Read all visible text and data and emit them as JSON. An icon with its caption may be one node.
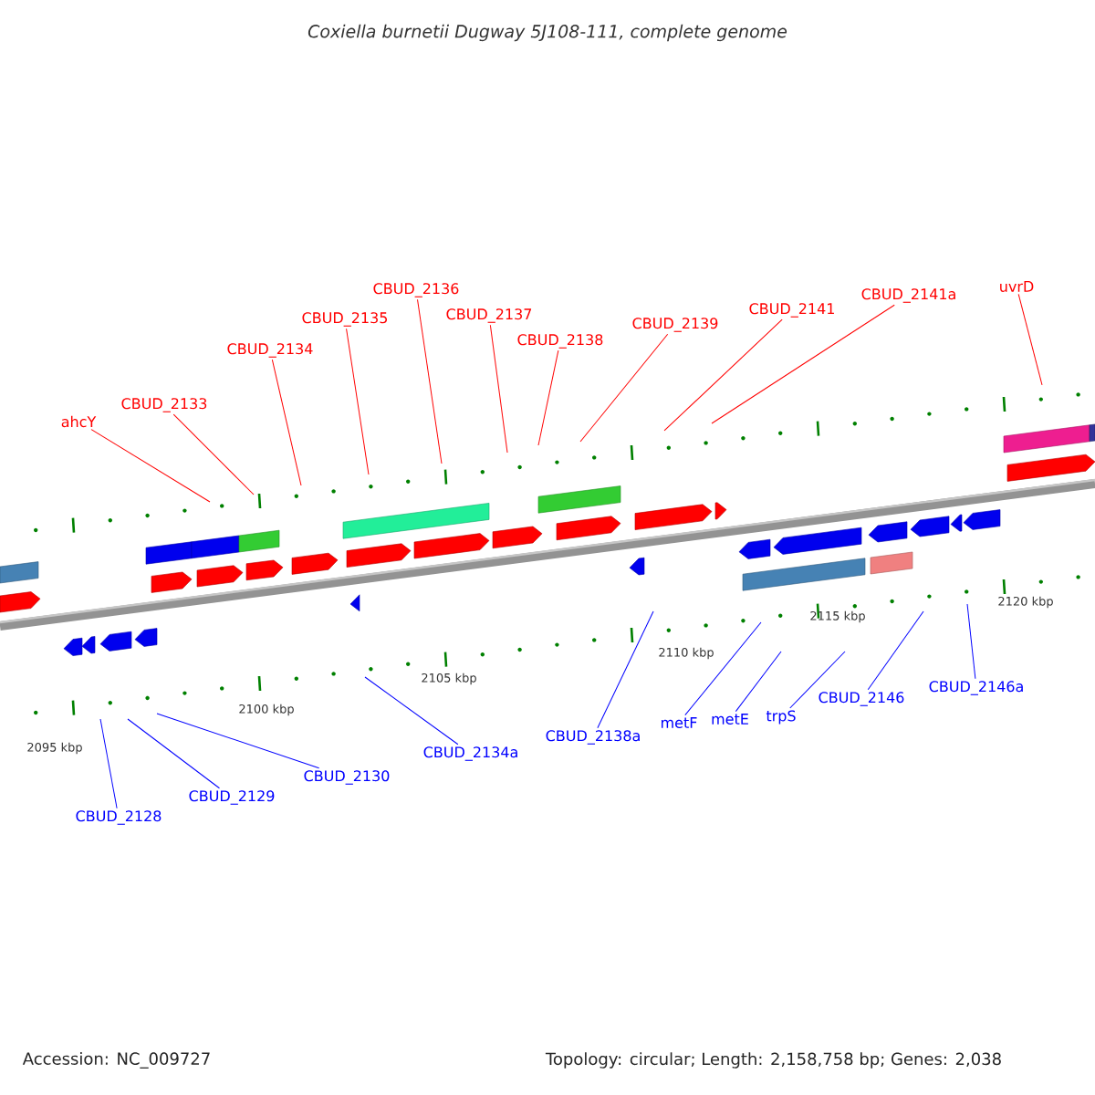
{
  "diagram": {
    "title": "Coxiella burnetii Dugway 5J108-111, complete genome",
    "nodes": [
      {
        "text": [
          "ahcY"
        ]
      },
      {
        "text": [
          "CBUD_2133"
        ]
      },
      {
        "text": [
          "CBUD_2134"
        ]
      },
      {
        "text": [
          "CBUD_2135"
        ]
      },
      {
        "text": [
          "CBUD_2136"
        ]
      },
      {
        "text": [
          "CBUD_2137"
        ]
      },
      {
        "text": [
          "CBUD_2138"
        ]
      },
      {
        "text": [
          "CBUD_2139"
        ]
      },
      {
        "text": [
          "CBUD_2141"
        ]
      },
      {
        "text": [
          "CBUD_2141a"
        ]
      },
      {
        "text": [
          "uvrD"
        ]
      },
      {
        "text": [
          "CBUD_2134a"
        ]
      },
      {
        "text": [
          "CBUD_2138a"
        ]
      },
      {
        "text": [
          "metF"
        ]
      },
      {
        "text": [
          "metE"
        ]
      },
      {
        "text": [
          "trpS"
        ]
      },
      {
        "text": [
          "CBUD_2146"
        ]
      },
      {
        "text": [
          "CBUD_2146a"
        ]
      },
      {
        "text": [
          "CBUD_2130"
        ]
      },
      {
        "text": [
          "CBUD_2129"
        ]
      },
      {
        "text": [
          "CBUD_2128"
        ]
      }
    ],
    "edges": [
      {
        "from": 0,
        "to": null,
        "arrow": "none"
      },
      {
        "from": 1,
        "to": null,
        "arrow": "none"
      },
      {
        "from": 2,
        "to": null,
        "arrow": "none"
      },
      {
        "from": 3,
        "to": null,
        "arrow": "none"
      },
      {
        "from": 4,
        "to": null,
        "arrow": "none"
      },
      {
        "from": 5,
        "to": null,
        "arrow": "none"
      },
      {
        "from": 6,
        "to": null,
        "arrow": "none"
      },
      {
        "from": 7,
        "to": null,
        "arrow": "none"
      },
      {
        "from": 8,
        "to": null,
        "arrow": "none"
      },
      {
        "from": 9,
        "to": null,
        "arrow": "none"
      },
      {
        "from": 10,
        "to": null,
        "arrow": "none"
      },
      {
        "from": 11,
        "to": null,
        "arrow": "none",
        "color": "#0000ff"
      },
      {
        "from": 12,
        "to": null,
        "arrow": "none",
        "color": "#0000ff"
      },
      {
        "from": 13,
        "to": null,
        "arrow": "none",
        "color": "#0000ff"
      },
      {
        "from": 14,
        "to": null,
        "arrow": "none",
        "color": "#0000ff"
      },
      {
        "from": 15,
        "to": null,
        "arrow": "none",
        "color": "#0000ff"
      },
      {
        "from": 16,
        "to": null,
        "arrow": "none",
        "color": "#0000ff"
      },
      {
        "from": 17,
        "to": null,
        "arrow": "none",
        "color": "#0000ff"
      },
      {
        "from": 18,
        "to": null,
        "arrow": "none",
        "color": "#0000ff"
      },
      {
        "from": 19,
        "to": null,
        "arrow": "none",
        "color": "#0000ff"
      },
      {
        "from": 20,
        "to": null,
        "arrow": "none",
        "color": "#0000ff"
      }
    ],
    "labels": [
      "2120 kbp",
      "2115 kbp",
      "2110 kbp",
      "2105 kbp",
      "2100 kbp",
      "2095 kbp",
      "Accession: NC_009727",
      "Topology: circular; Length: 2,158,758 bp; Genes: 2,038"
    ]
  }
}
